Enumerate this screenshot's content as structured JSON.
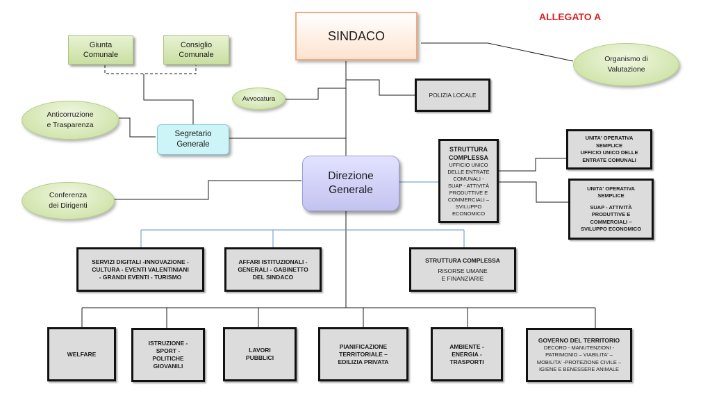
{
  "header": {
    "allegato": "ALLEGATO A"
  },
  "nodes": {
    "sindaco": "SINDACO",
    "giunta_line1": "Giunta",
    "giunta_line2": "Comunale",
    "consiglio_line1": "Consiglio",
    "consiglio_line2": "Comunale",
    "organismo_line1": "Organismo di",
    "organismo_line2": "Valutazione",
    "avvocatura": "Avvocatura",
    "polizia": "POLIZIA LOCALE",
    "anticorruzione_line1": "Anticorruzione",
    "anticorruzione_line2": "e Trasparenza",
    "segretario_line1": "Segretario",
    "segretario_line2": "Generale",
    "direzione_line1": "Direzione",
    "direzione_line2": "Generale",
    "conferenza_line1": "Conferenza",
    "conferenza_line2": "dei Dirigenti",
    "struttura_entrate": {
      "title1": "STRUTTURA",
      "title2": "COMPLESSA",
      "lines": [
        "UFFICIO UNICO",
        "DELLE ENTRATE",
        "COMUNALI -",
        "SUAP - ATTIVITÀ",
        "PRODUTTIVE E",
        "COMMERCIALI –",
        "SVILUPPO",
        "ECONOMICO"
      ]
    },
    "uos_entrate": [
      "UNITA' OPERATIVA",
      "SEMPLICE",
      "UFFICIO UNICO DELLE",
      "ENTRATE COMUNALI"
    ],
    "uos_suap": {
      "title": [
        "UNITA' OPERATIVA",
        "SEMPLICE"
      ],
      "lines": [
        "SUAP - ATTIVITÀ",
        "PRODUTTIVE E",
        "COMMERCIALI –",
        "SVILUPPO ECONOMICO"
      ]
    },
    "servizi_digitali": [
      "SERVIZI DIGITALI -INNOVAZIONE -",
      "CULTURA - EVENTI VALENTINIANI",
      "- GRANDI EVENTI - TURISMO"
    ],
    "affari_istituzionali": [
      "AFFARI ISTITUZIONALI -",
      "GENERALI - GABINETTO",
      "DEL SINDACO"
    ],
    "struttura_risorse": {
      "title": "STRUTTURA COMPLESSA",
      "lines": [
        "RISORSE UMANE",
        "E FINANZIARIE"
      ]
    },
    "welfare": "WELFARE",
    "istruzione": [
      "ISTRUZIONE -",
      "SPORT -",
      "POLITICHE",
      "GIOVANILI"
    ],
    "lavori_pubblici": [
      "LAVORI",
      "PUBBLICI"
    ],
    "pianificazione": [
      "PIANIFICAZIONE",
      "TERRITORIALE –",
      "EDILIZIA PRIVATA"
    ],
    "ambiente": [
      "AMBIENTE -",
      "ENERGIA -",
      "TRASPORTI"
    ],
    "governo": {
      "title": "GOVERNO DEL TERRITORIO",
      "lines": [
        "DECORO - MANUTENZIONI -",
        "PATRIMONIO – VIABILITA' –",
        "MOBILITA' -PROTEZIONE CIVILE –",
        "IGIENE E BENESSERE ANIMALE"
      ]
    }
  },
  "colors": {
    "connector": "#1a1a1a",
    "connector_blue": "#5b8fd0",
    "allegato": "#e02020"
  }
}
